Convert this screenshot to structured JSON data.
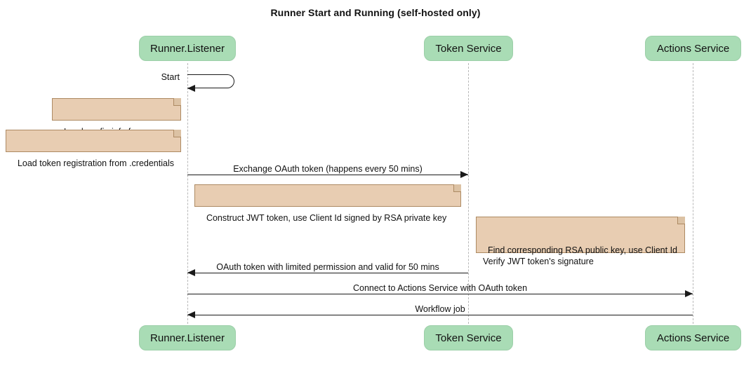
{
  "diagram": {
    "title": "Runner Start and Running (self-hosted only)",
    "type": "sequence-diagram",
    "colors": {
      "participant_fill": "#a9dcb5",
      "note_fill": "#e8cdb2",
      "note_border": "#ad8a63",
      "lifeline": "#b8b8b8",
      "line": "#1a1a1a",
      "background": "#ffffff"
    }
  },
  "participants": [
    {
      "id": "runner",
      "label": "Runner.Listener"
    },
    {
      "id": "token",
      "label": "Token Service"
    },
    {
      "id": "actions",
      "label": "Actions Service"
    }
  ],
  "messages": [
    {
      "label": "Start",
      "from": "runner",
      "to": "runner",
      "kind": "self",
      "arrow": "solid"
    },
    {
      "label": "Exchange OAuth token (happens every 50 mins)",
      "from": "runner",
      "to": "token",
      "kind": "call",
      "arrow": "solid",
      "direction": "right"
    },
    {
      "label": "OAuth token with limited permission and valid for 50 mins",
      "from": "token",
      "to": "runner",
      "kind": "return",
      "arrow": "solid",
      "direction": "left"
    },
    {
      "label": "Connect to Actions Service with OAuth token",
      "from": "runner",
      "to": "actions",
      "kind": "call",
      "arrow": "solid",
      "direction": "right"
    },
    {
      "label": "Workflow job",
      "from": "actions",
      "to": "runner",
      "kind": "return",
      "arrow": "solid",
      "direction": "left"
    }
  ],
  "notes": [
    {
      "id": "note-load-config",
      "text": "Load config info from .runner",
      "attached_to": "runner"
    },
    {
      "id": "note-load-token-registration",
      "text": "Load token registration from .credentials",
      "attached_to": "runner"
    },
    {
      "id": "note-construct-jwt",
      "text": "Construct JWT token, use Client Id signed by RSA private key",
      "attached_to": "runner"
    },
    {
      "id": "note-verify-jwt",
      "text": "Find corresponding RSA public key, use Client Id\nVerify JWT token's signature",
      "attached_to": "token"
    }
  ]
}
